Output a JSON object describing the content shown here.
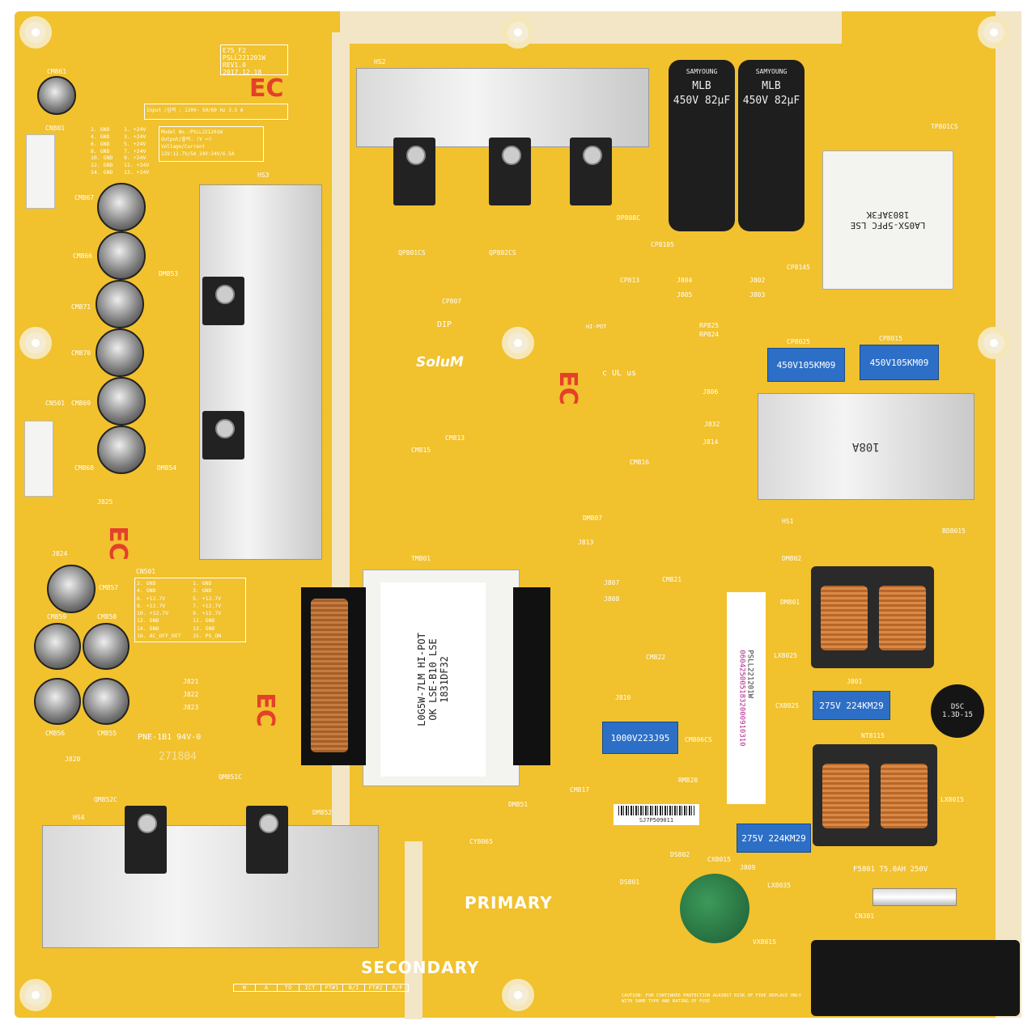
{
  "board": {
    "model": "PSLL221201W",
    "rev_block": [
      "E75_F2",
      "PSLL221201W",
      "REV1.0",
      "2017.12.18"
    ],
    "input_rating": "Input /입력 : 120V~ 50/60 Hz 3.5 A",
    "model_label": "Model No.:PSLL221201W",
    "output_label": "Output/출력: (V ⎓)",
    "voltage_label": "Voltage/Current",
    "output_12v": "12V:12.7V/5A",
    "output_24v": "24V:24V/6.5A",
    "primary_label": "PRIMARY",
    "secondary_label": "SECONDARY",
    "brand": "SoluM",
    "dip_label": "DIP",
    "hipot_label": "HI-POT",
    "ul_label": "c UL us",
    "pcb_flame": "PNE-1B1 94V-0",
    "date_code": "271804",
    "colors": {
      "board": "#f1c12e",
      "cream": "#f3e6c6",
      "silk": "#ffffff",
      "ec_mark": "#e4402a",
      "film_cap": "#2d6fc6"
    }
  },
  "cn801": {
    "label": "CN801",
    "pins": [
      "2. GND",
      "1. +24V",
      "4. GND",
      "3. +24V",
      "6. GND",
      "5. +24V",
      "8. GND",
      "7. +24V",
      "10. GND",
      "9. +24V",
      "12. GND",
      "11. +24V",
      "14. GND",
      "13. +24V"
    ]
  },
  "cn501": {
    "label": "CN501",
    "pins": [
      "2. GND",
      "1. GND",
      "4. GND",
      "3. GND",
      "6. +12.7V",
      "5. +12.7V",
      "8. +12.7V",
      "7. +12.7V",
      "10. +12.7V",
      "9. +12.7V",
      "12. GND",
      "11. GND",
      "14. GND",
      "13. GND",
      "16. AC_OFF_DET",
      "15. PS_ON"
    ]
  },
  "components": {
    "bulk_caps": [
      {
        "brand": "SAMYOUNG",
        "series": "MLB",
        "rating": "450V 82µF"
      },
      {
        "brand": "SAMYOUNG",
        "series": "MLB",
        "rating": "450V 82µF"
      }
    ],
    "pfc_transformer": "LA05X-5PFC LSE 1803AF3K",
    "main_transformer": "L0G5W-7LM HI-POT OK LSE-B10 LSE 1831DF32",
    "film_caps": [
      "450V105KM09",
      "450V105KM09",
      "1000V223J95",
      "275V 224KM29",
      "275V 224KM29"
    ],
    "thermistor": "DSC 1.3D-15",
    "fuse": "F5801 T5.0AH 250V",
    "heatsink_108": "108A",
    "barcode_code": "0604250051832000910310",
    "barcode2": "SJ7P509011",
    "refs": [
      "CM861",
      "CN801",
      "CM867",
      "CM866",
      "CM871",
      "CM870",
      "CM869",
      "CM868",
      "CN501",
      "HS3",
      "DM853",
      "DM854",
      "J825",
      "J824",
      "CM857",
      "CM859",
      "CM858",
      "CM856",
      "CM855",
      "J821",
      "J822",
      "J823",
      "J820",
      "QM852C",
      "QM851C",
      "HS4",
      "DM852",
      "DM851",
      "CY8065",
      "HS2",
      "QP801CS",
      "QP802CS",
      "DP808C",
      "CP8105",
      "CP8145",
      "TP801CS",
      "CP8015",
      "CP8025",
      "RP825",
      "RP824",
      "J806",
      "CP807",
      "CP813",
      "J804",
      "J802",
      "J805",
      "J803",
      "CM815",
      "CM813",
      "CM816",
      "DM807",
      "J813",
      "J814",
      "J832",
      "HS1",
      "BD8015",
      "DM802",
      "DM801",
      "LX8025",
      "CX8025",
      "NT8115",
      "LX8015",
      "CX8015",
      "DS802",
      "DS801",
      "VX8015",
      "LX8035",
      "CN301",
      "CM821",
      "CM822",
      "CM806CS",
      "CM817",
      "RM820",
      "J807",
      "J808",
      "J810",
      "J801",
      "J809",
      "TM801"
    ]
  },
  "warning": "CAUTION: FOR CONTINUED PROTECTION AGAINST RISK OF FIRE REPLACE ONLY WITH SAME TYPE AND RATING OF FUSE",
  "inspection_table": {
    "headers": [
      "W",
      "A",
      "TO",
      "ICT",
      "FT#1",
      "B/I",
      "FT#2",
      "R/F"
    ]
  }
}
